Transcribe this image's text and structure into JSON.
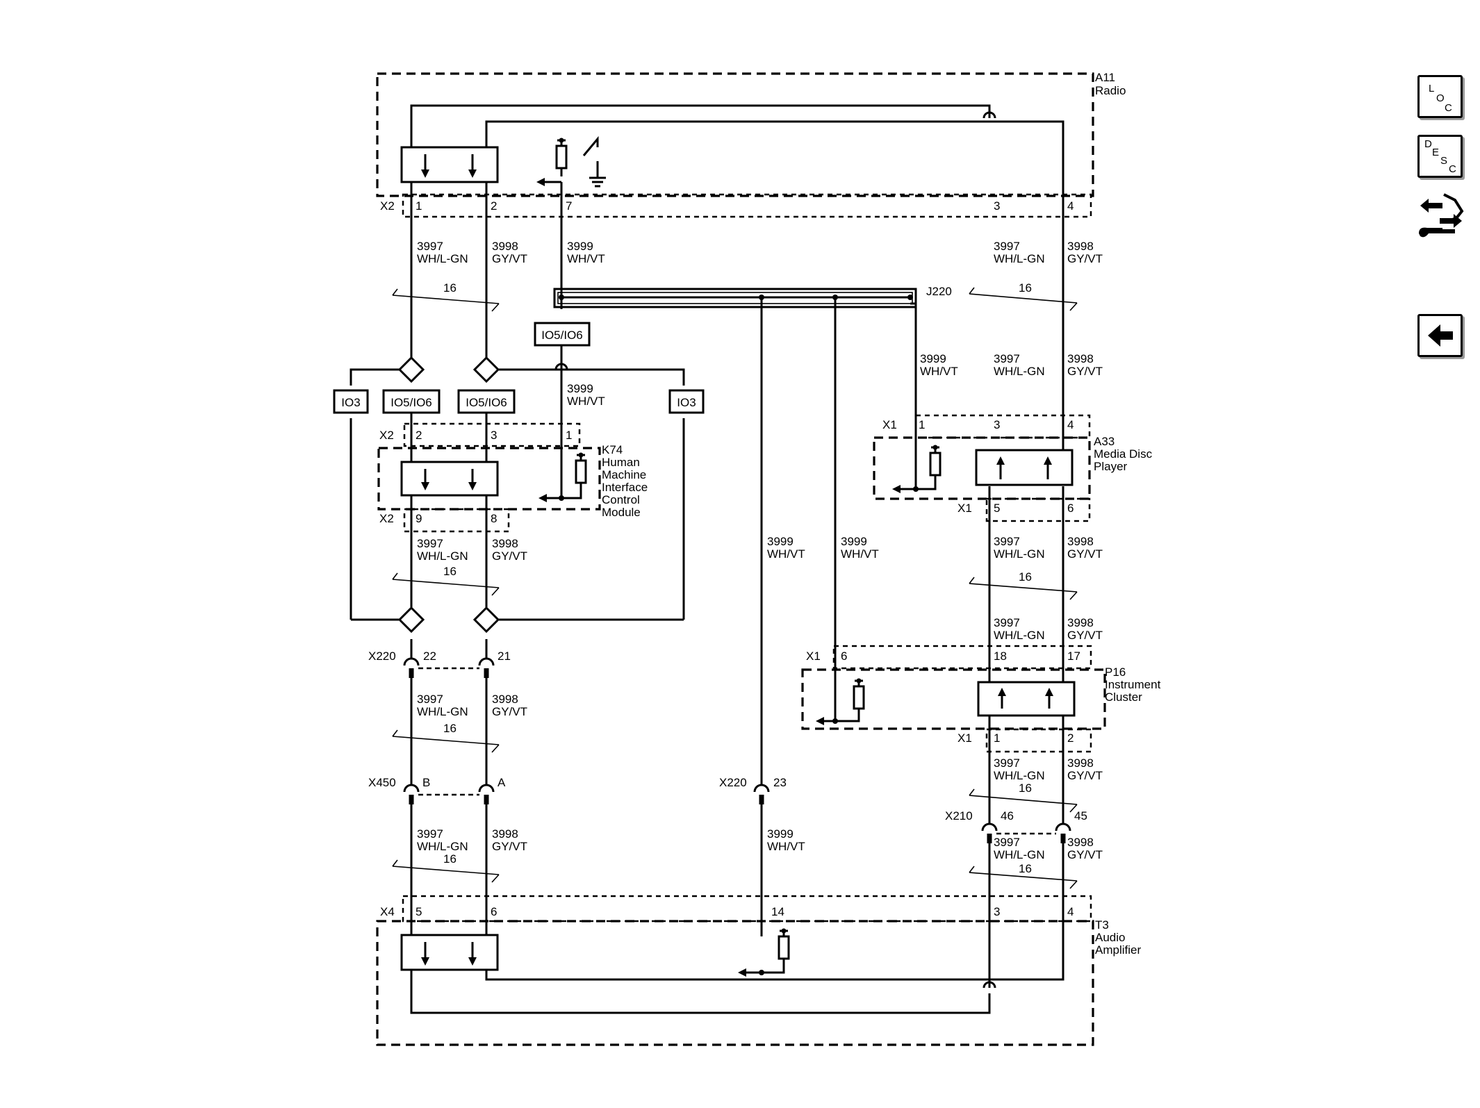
{
  "toolbar": {
    "loc_letters": [
      "L",
      "O",
      "C"
    ],
    "desc_letters": [
      "D",
      "E",
      "S",
      "C"
    ],
    "icons": [
      "loc-button-icon",
      "desc-button-icon",
      "shield-wrench-icon",
      "arrow-left-icon"
    ]
  },
  "components": {
    "a11": {
      "id": "A11",
      "name": "Radio"
    },
    "k74": {
      "id": "K74",
      "name_lines": [
        "Human",
        "Machine",
        "Interface",
        "Control",
        "Module"
      ]
    },
    "a33": {
      "id": "A33",
      "name_lines": [
        "Media Disc",
        "Player"
      ]
    },
    "p16": {
      "id": "P16",
      "name_lines": [
        "Instrument",
        "Cluster"
      ]
    },
    "t3": {
      "id": "T3",
      "name_lines": [
        "Audio",
        "Amplifier"
      ]
    }
  },
  "connectors": {
    "x2_radio": {
      "name": "X2",
      "pins": [
        "1",
        "2",
        "7",
        "3",
        "4"
      ]
    },
    "x2_k74_top": {
      "name": "X2",
      "pins": [
        "2",
        "3",
        "1"
      ]
    },
    "x2_k74_bot": {
      "name": "X2",
      "pins": [
        "9",
        "8"
      ]
    },
    "x1_a33_top": {
      "name": "X1",
      "pins": [
        "1",
        "3",
        "4"
      ]
    },
    "x1_a33_bot": {
      "name": "X1",
      "pins": [
        "5",
        "6"
      ]
    },
    "x1_p16_top": {
      "name": "X1",
      "pins": [
        "6",
        "18",
        "17"
      ]
    },
    "x1_p16_bot": {
      "name": "X1",
      "pins": [
        "1",
        "2"
      ]
    },
    "x220_a": {
      "name": "X220",
      "pins": [
        "22",
        "21"
      ]
    },
    "x220_b": {
      "name": "X220",
      "pins": [
        "23"
      ]
    },
    "x450": {
      "name": "X450",
      "pins": [
        "B",
        "A"
      ]
    },
    "x210": {
      "name": "X210",
      "pins": [
        "46",
        "45"
      ]
    },
    "x4": {
      "name": "X4",
      "pins": [
        "5",
        "6",
        "14",
        "3",
        "4"
      ]
    }
  },
  "splice": {
    "name": "J220"
  },
  "tags": {
    "io3": "IO3",
    "io5io6": "IO5/IO6"
  },
  "wires": {
    "w3997": {
      "circuit": "3997",
      "color": "WH/L-GN"
    },
    "w3998": {
      "circuit": "3998",
      "color": "GY/VT"
    },
    "w3999": {
      "circuit": "3999",
      "color": "WH/VT"
    },
    "gauge": "16"
  },
  "colors": {
    "line": "#000000",
    "background": "#ffffff"
  }
}
